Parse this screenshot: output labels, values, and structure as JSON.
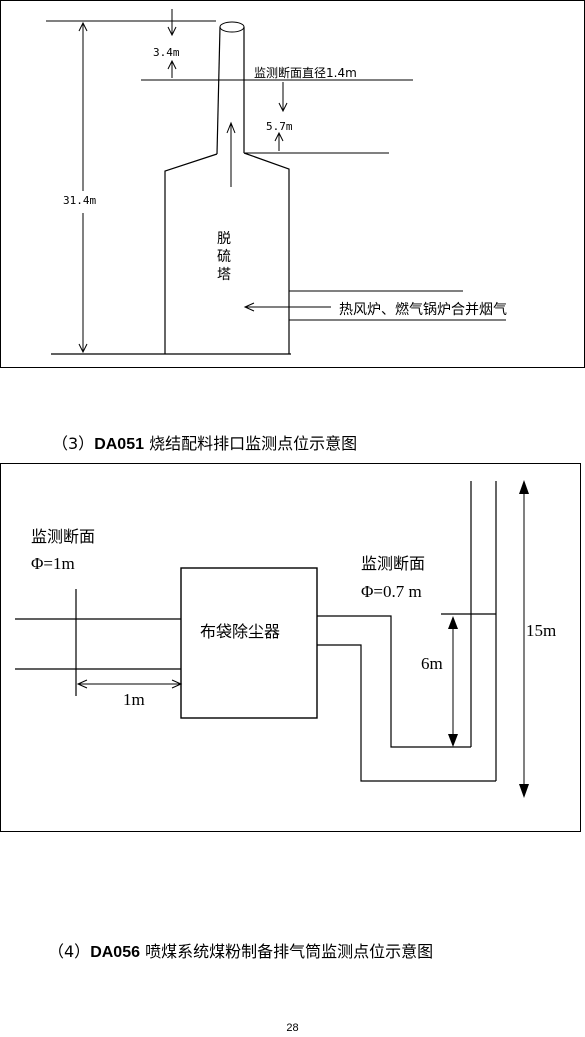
{
  "diagram1": {
    "dim_top_gap": "3.4m",
    "section_diameter": "监测断面直径1.4m",
    "dim_below_section": "5.7m",
    "total_height": "31.4m",
    "tower_char1": "脱",
    "tower_char2": "硫",
    "tower_char3": "塔",
    "inflow_label": "热风炉、燃气锅炉合并烟气"
  },
  "caption3": {
    "prefix": "（3）",
    "code": "DA051",
    "title": "烧结配料排口监测点位示意图"
  },
  "diagram2": {
    "left_section_label": "监测断面",
    "left_diameter": "Φ=1m",
    "left_distance": "1m",
    "filter_label": "布袋除尘器",
    "right_section_label": "监测断面",
    "right_diameter": "Φ=0.7 m",
    "right_height": "6m",
    "stack_height": "15m"
  },
  "caption4": {
    "prefix": "（4）",
    "code": "DA056",
    "title": "喷煤系统煤粉制备排气筒监测点位示意图"
  },
  "page_number": "28"
}
